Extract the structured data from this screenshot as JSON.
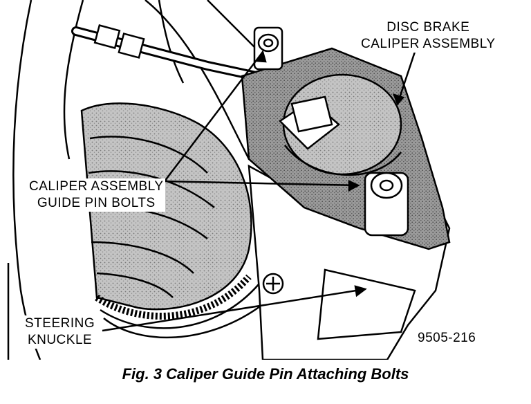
{
  "labels": {
    "disc_brake_caliper": [
      "DISC BRAKE",
      "CALIPER ASSEMBLY"
    ],
    "guide_pin_bolts": [
      "CALIPER ASSEMBLY",
      "GUIDE PIN BOLTS"
    ],
    "steering_knuckle": [
      "STEERING",
      "KNUCKLE"
    ],
    "figure_code": "9505-216"
  },
  "caption": "Fig. 3 Caliper Guide Pin Attaching Bolts",
  "colors": {
    "ink": "#000000",
    "shade": "#bdbdbd",
    "paper": "#ffffff"
  }
}
